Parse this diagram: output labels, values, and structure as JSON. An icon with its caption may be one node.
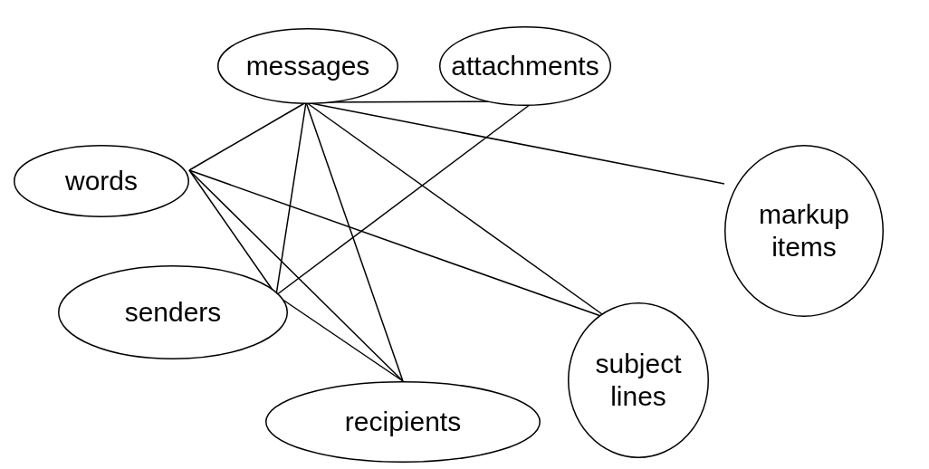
{
  "diagram": {
    "nodes": [
      {
        "text": [
          "messages"
        ]
      },
      {
        "text": [
          "attachments"
        ]
      },
      {
        "text": [
          "words"
        ]
      },
      {
        "text": [
          "markup items"
        ]
      },
      {
        "text": [
          "senders"
        ]
      },
      {
        "text": [
          "subject lines"
        ]
      },
      {
        "text": [
          "recipients"
        ]
      }
    ],
    "edges": [
      {
        "from": 0,
        "to": 1,
        "arrow": "none"
      },
      {
        "from": 0,
        "to": 2,
        "arrow": "none"
      },
      {
        "from": 0,
        "to": 4,
        "arrow": "none"
      },
      {
        "from": 0,
        "to": 6,
        "arrow": "none"
      },
      {
        "from": 0,
        "to": 5,
        "arrow": "none"
      },
      {
        "from": 0,
        "to": 3,
        "arrow": "none"
      },
      {
        "from": 1,
        "to": 4,
        "arrow": "none"
      },
      {
        "from": 2,
        "to": 4,
        "arrow": "none"
      },
      {
        "from": 2,
        "to": 6,
        "arrow": "none"
      },
      {
        "from": 2,
        "to": 5,
        "arrow": "none"
      },
      {
        "from": 4,
        "to": 6,
        "arrow": "none"
      }
    ]
  }
}
